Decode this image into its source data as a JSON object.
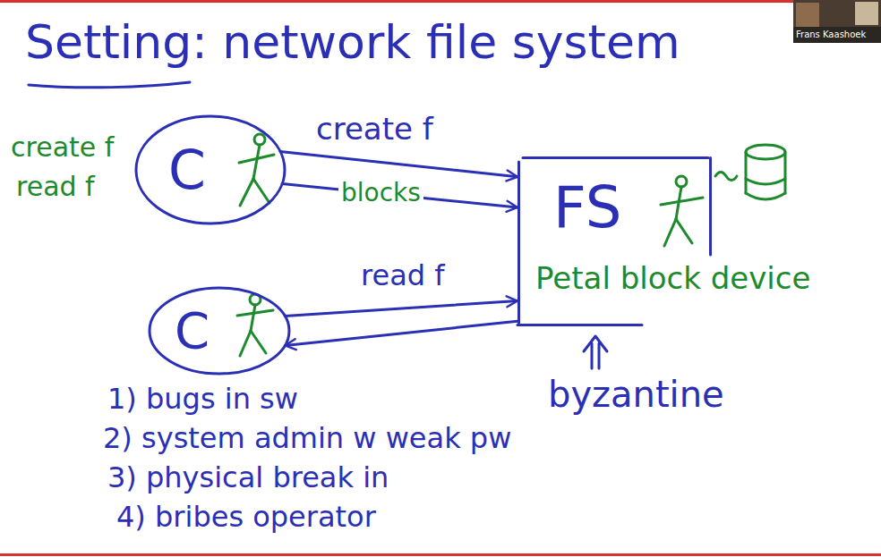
{
  "diagram": {
    "title": "Setting: network file system",
    "nodes": [
      {
        "text": [
          "C"
        ]
      },
      {
        "text": [
          "FS"
        ]
      },
      {
        "text": [
          "C"
        ]
      }
    ],
    "edges": [
      {
        "from": 0,
        "to": 1,
        "label": "create f",
        "arrow": "to"
      },
      {
        "from": 0,
        "to": 1,
        "label": "blocks",
        "arrow": "to"
      },
      {
        "from": 2,
        "to": 1,
        "label": "read f",
        "arrow": "to"
      },
      {
        "from": 1,
        "to": 2,
        "arrow": "to"
      }
    ],
    "labels": [
      "create f",
      "read f",
      "Petal block device",
      "byzantine",
      "1) bugs in sw",
      "2) system admin w weak pw",
      "3) physical break in",
      "4) bribes operator",
      "Frans Kaashoek"
    ]
  }
}
